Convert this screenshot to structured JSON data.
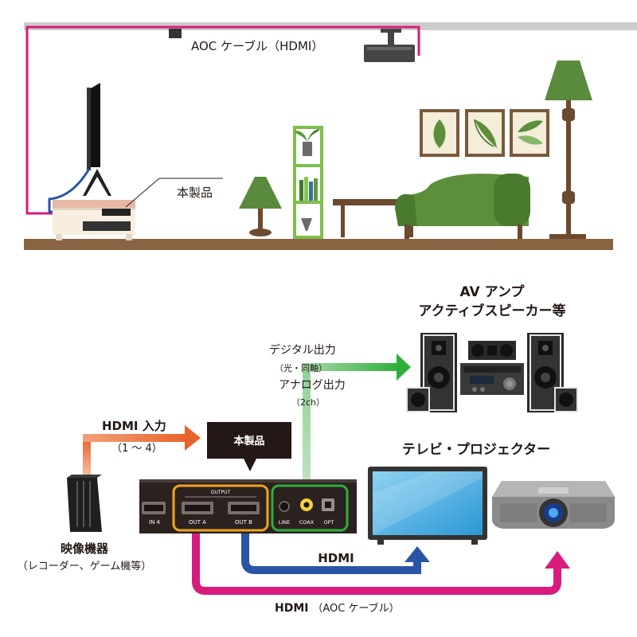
{
  "scene": {
    "aoc_cable_label": "AOC ケーブル（HDMI）",
    "product_label": "本製品"
  },
  "diagram": {
    "product_box_label": "本製品",
    "hdmi_input_label": "HDMI 入力",
    "hdmi_input_range": "（1 ～ 4）",
    "source_title": "映像機器",
    "source_subtitle": "（レコーダー、ゲーム機等）",
    "digital_out_label": "デジタル出力",
    "digital_out_sub": "（光・同軸）",
    "analog_out_label": "アナログ出力",
    "analog_out_sub": "（2ch）",
    "av_amp_title": "AV アンプ",
    "av_amp_subtitle": "アクティブスピーカー等",
    "display_title": "テレビ・プロジェクター",
    "hdmi_label": "HDMI",
    "hdmi_aoc_label_main": "HDMI",
    "hdmi_aoc_label_sub": "（AOC ケーブル）",
    "panel": {
      "output_header": "OUTPUT",
      "port_in4": "IN 4",
      "port_out_a": "OUT A",
      "port_out_b": "OUT B",
      "port_line": "LINE",
      "port_coax": "COAX",
      "port_opt": "OPT"
    },
    "colors": {
      "input_arrow": "#e8632b",
      "audio_arrow": "#2fae3a",
      "hdmi_blue": "#2a55a5",
      "hdmi_aoc_pink": "#d81b7d",
      "output_frame": "#f0a41d",
      "audio_frame": "#2fae3a"
    }
  }
}
